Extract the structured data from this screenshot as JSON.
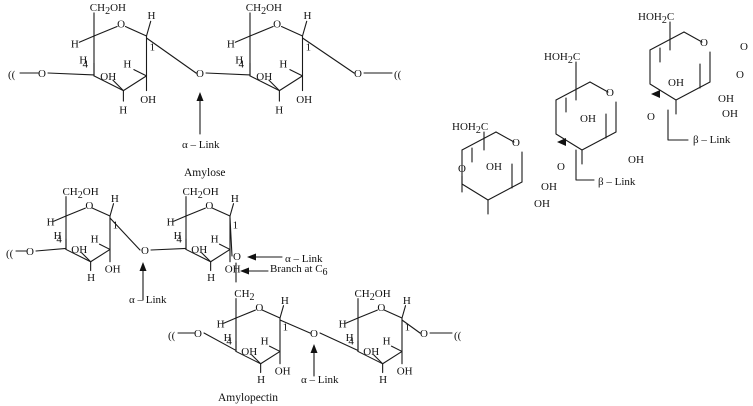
{
  "labels": {
    "amylose": "Amylose",
    "amylopectin": "Amylopectin",
    "alpha_link": "α – Link",
    "beta_link": "β – Link",
    "branch": "Branch at C",
    "branch_sub": "6"
  },
  "atoms": {
    "ch2oh": "CH2OH",
    "ch2": "CH2",
    "hoh2c": "HOH2C",
    "oh": "OH",
    "h": "H",
    "o": "O",
    "c4": "4",
    "c1": "1",
    "wavy": "(("
  }
}
